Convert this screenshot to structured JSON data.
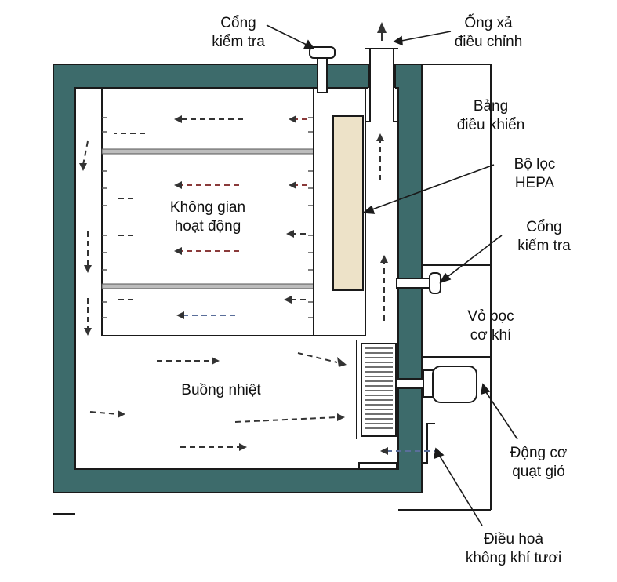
{
  "colors": {
    "wall": "#3d6b6b",
    "outline": "#1a1a1a",
    "filter": "#ede2c8",
    "arrow_dark": "#333333",
    "arrow_blue": "#5a6e9a",
    "arrow_red": "#8a3a3a"
  },
  "labels": {
    "inspection_port_top": "Cổng\nkiểm tra",
    "exhaust": "Ống xả\nđiều chỉnh",
    "control_panel": "Bảng\nđiều khiển",
    "hepa": "Bộ lọc\nHEPA",
    "inspection_port_side": "Cổng\nkiểm tra",
    "work_space": "Không gian\nhoạt động",
    "casing": "Vỏ bọc\ncơ khí",
    "plenum": "Buồng nhiệt",
    "fan_motor": "Động cơ\nquạt gió",
    "fresh_air": "Điều hoà\nkhông khí tươi"
  }
}
